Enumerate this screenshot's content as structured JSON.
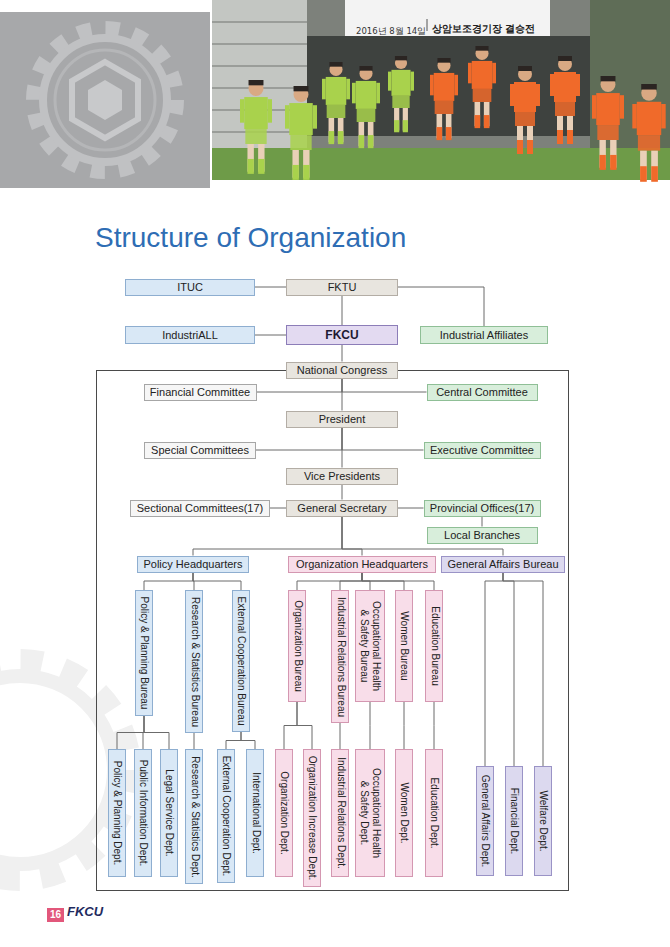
{
  "diagram": {
    "title": "Structure of Organization",
    "nodes": [
      {
        "text": [
          "ITUC"
        ]
      },
      {
        "text": [
          "FKTU"
        ]
      },
      {
        "text": [
          "IndustriALL"
        ]
      },
      {
        "text": [
          "FKCU"
        ]
      },
      {
        "text": [
          "Industrial Affiliates"
        ]
      },
      {
        "text": [
          "National Congress"
        ]
      },
      {
        "text": [
          "Financial Committee"
        ]
      },
      {
        "text": [
          "Central Committee"
        ]
      },
      {
        "text": [
          "President"
        ]
      },
      {
        "text": [
          "Special Committees"
        ]
      },
      {
        "text": [
          "Executive Committee"
        ]
      },
      {
        "text": [
          "Vice Presidents"
        ]
      },
      {
        "text": [
          "Sectional Committees(17)"
        ]
      },
      {
        "text": [
          "General Secretary"
        ]
      },
      {
        "text": [
          "Provincial Offices(17)"
        ]
      },
      {
        "text": [
          "Local Branches"
        ]
      },
      {
        "text": [
          "Policy Headquarters"
        ]
      },
      {
        "text": [
          "Organization Headquarters"
        ]
      },
      {
        "text": [
          "General Affairs Bureau"
        ]
      },
      {
        "text": [
          "Policy & Planning Bureau"
        ]
      },
      {
        "text": [
          "Research & Statistics Bureau"
        ]
      },
      {
        "text": [
          "External Cooperation Bureau"
        ]
      },
      {
        "text": [
          "Organization Bureau"
        ]
      },
      {
        "text": [
          "Industrial Relations Bureau"
        ]
      },
      {
        "text": [
          "Occupational Health & Safety Bureau"
        ]
      },
      {
        "text": [
          "Women Bureau"
        ]
      },
      {
        "text": [
          "Education Bureau"
        ]
      },
      {
        "text": [
          "Policy & Planning Dept."
        ]
      },
      {
        "text": [
          "Public Information Dept."
        ]
      },
      {
        "text": [
          "Legal Service Dept."
        ]
      },
      {
        "text": [
          "Research & Statistics Dept."
        ]
      },
      {
        "text": [
          "External Cooperation Dept."
        ]
      },
      {
        "text": [
          "International Dept."
        ]
      },
      {
        "text": [
          "Organization Dept."
        ]
      },
      {
        "text": [
          "Organization Increase Dept."
        ]
      },
      {
        "text": [
          "Industrial Relations Dept."
        ]
      },
      {
        "text": [
          "Occupational Health & Safety Dept."
        ]
      },
      {
        "text": [
          "Women Dept."
        ]
      },
      {
        "text": [
          "Education Dept."
        ]
      },
      {
        "text": [
          "General Affairs Dept."
        ]
      },
      {
        "text": [
          "Financial Dept."
        ]
      },
      {
        "text": [
          "Welfare Dept."
        ]
      }
    ],
    "edges": [
      {
        "from": 1,
        "to": 0,
        "arrow": "none"
      },
      {
        "from": 1,
        "to": 3,
        "arrow": "none"
      },
      {
        "from": 1,
        "to": 4,
        "arrow": "none"
      },
      {
        "from": 3,
        "to": 2,
        "arrow": "none"
      },
      {
        "from": 3,
        "to": 5,
        "arrow": "none"
      },
      {
        "from": 5,
        "to": 6,
        "arrow": "none"
      },
      {
        "from": 5,
        "to": 7,
        "arrow": "none"
      },
      {
        "from": 5,
        "to": 8,
        "arrow": "none"
      },
      {
        "from": 8,
        "to": 9,
        "arrow": "none"
      },
      {
        "from": 8,
        "to": 10,
        "arrow": "none"
      },
      {
        "from": 8,
        "to": 11,
        "arrow": "none"
      },
      {
        "from": 11,
        "to": 13,
        "arrow": "none"
      },
      {
        "from": 13,
        "to": 12,
        "arrow": "none"
      },
      {
        "from": 13,
        "to": 14,
        "arrow": "none"
      },
      {
        "from": 14,
        "to": 15,
        "arrow": "none"
      },
      {
        "from": 13,
        "to": 16,
        "arrow": "none"
      },
      {
        "from": 13,
        "to": 17,
        "arrow": "none"
      },
      {
        "from": 13,
        "to": 18,
        "arrow": "none"
      },
      {
        "from": 16,
        "to": 19,
        "arrow": "none"
      },
      {
        "from": 16,
        "to": 20,
        "arrow": "none"
      },
      {
        "from": 16,
        "to": 21,
        "arrow": "none"
      },
      {
        "from": 17,
        "to": 22,
        "arrow": "none"
      },
      {
        "from": 17,
        "to": 23,
        "arrow": "none"
      },
      {
        "from": 17,
        "to": 24,
        "arrow": "none"
      },
      {
        "from": 17,
        "to": 25,
        "arrow": "none"
      },
      {
        "from": 17,
        "to": 26,
        "arrow": "none"
      },
      {
        "from": 18,
        "to": 39,
        "arrow": "none"
      },
      {
        "from": 18,
        "to": 40,
        "arrow": "none"
      },
      {
        "from": 18,
        "to": 41,
        "arrow": "none"
      },
      {
        "from": 19,
        "to": 27,
        "arrow": "none"
      },
      {
        "from": 19,
        "to": 28,
        "arrow": "none"
      },
      {
        "from": 19,
        "to": 29,
        "arrow": "none"
      },
      {
        "from": 20,
        "to": 30,
        "arrow": "none"
      },
      {
        "from": 21,
        "to": 31,
        "arrow": "none"
      },
      {
        "from": 21,
        "to": 32,
        "arrow": "none"
      },
      {
        "from": 22,
        "to": 33,
        "arrow": "none"
      },
      {
        "from": 22,
        "to": 34,
        "arrow": "none"
      },
      {
        "from": 23,
        "to": 35,
        "arrow": "none"
      },
      {
        "from": 24,
        "to": 36,
        "arrow": "none"
      },
      {
        "from": 25,
        "to": 37,
        "arrow": "none"
      },
      {
        "from": 26,
        "to": 38,
        "arrow": "none"
      }
    ],
    "labels": [
      "2016년 8월 14일",
      "상암보조경기장 결승전",
      "16",
      "FKCU"
    ]
  }
}
